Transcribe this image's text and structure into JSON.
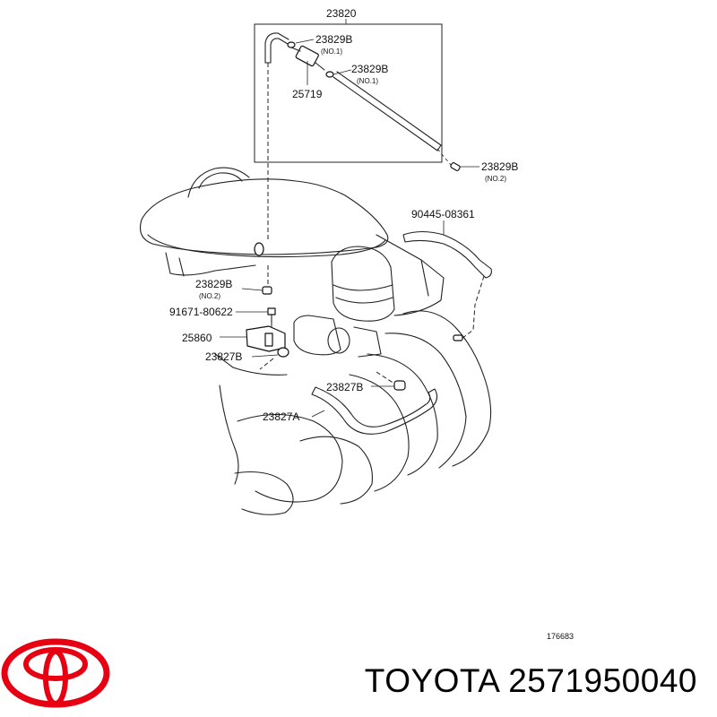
{
  "diagram": {
    "labels": {
      "assembly": "23820",
      "clamp_top_1": "23829B",
      "clamp_top_1_sub": "(NO.1)",
      "clamp_top_2": "23829B",
      "clamp_top_2_sub": "(NO.1)",
      "filter": "25719",
      "clamp_right": "23829B",
      "clamp_right_sub": "(NO.2)",
      "hose_right": "90445-08361",
      "clamp_left": "23829B",
      "clamp_left_sub": "(NO.2)",
      "bolt": "91671-80622",
      "vsv": "25860",
      "clip_left": "23827B",
      "clip_mid": "23827B",
      "hose_bottom": "23827A",
      "drawing_number": "176683"
    }
  },
  "footer": {
    "brand": "TOYOTA",
    "part_number": "2571950040",
    "logo_color": "#e60012"
  }
}
